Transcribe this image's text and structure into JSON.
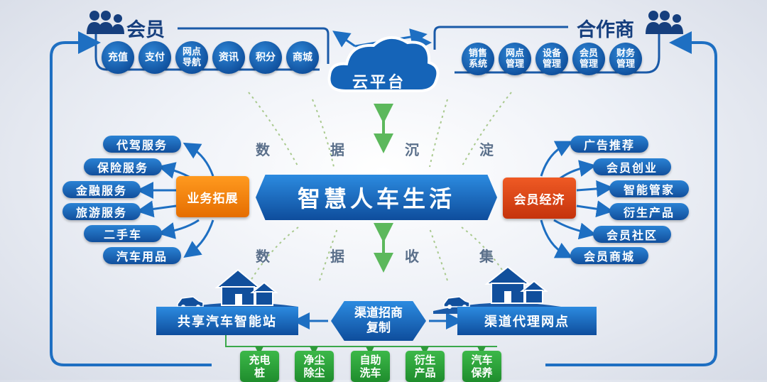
{
  "members": {
    "title": "会员",
    "items": [
      "充值",
      "支付",
      "网点导航",
      "资讯",
      "积分",
      "商城"
    ]
  },
  "partners": {
    "title": "合作商",
    "items": [
      "销售系统",
      "网点管理",
      "设备管理",
      "会员管理",
      "财务管理"
    ]
  },
  "cloud": {
    "label": "云平台"
  },
  "center": {
    "label": "智慧人车生活"
  },
  "data_top": [
    "数",
    "据",
    "沉",
    "淀"
  ],
  "data_bottom": [
    "数",
    "据",
    "收",
    "集"
  ],
  "business": {
    "label": "业务拓展",
    "items": [
      "代驾服务",
      "保险服务",
      "金融服务",
      "旅游服务",
      "二手车",
      "汽车用品"
    ]
  },
  "economy": {
    "label": "会员经济",
    "items": [
      "广告推荐",
      "会员创业",
      "智能管家",
      "衍生产品",
      "会员社区",
      "会员商城"
    ]
  },
  "stations": {
    "left": "共享汽车智能站",
    "middle_line1": "渠道招商",
    "middle_line2": "复制",
    "right": "渠道代理网点"
  },
  "services": [
    "充电桩",
    "净尘除尘",
    "自助洗车",
    "衍生产品",
    "汽车保养"
  ],
  "colors": {
    "blue": "#1465b5",
    "dark_blue": "#0e4d9c",
    "orange": "#f08a10",
    "red": "#d9441a",
    "green": "#3cb849"
  }
}
